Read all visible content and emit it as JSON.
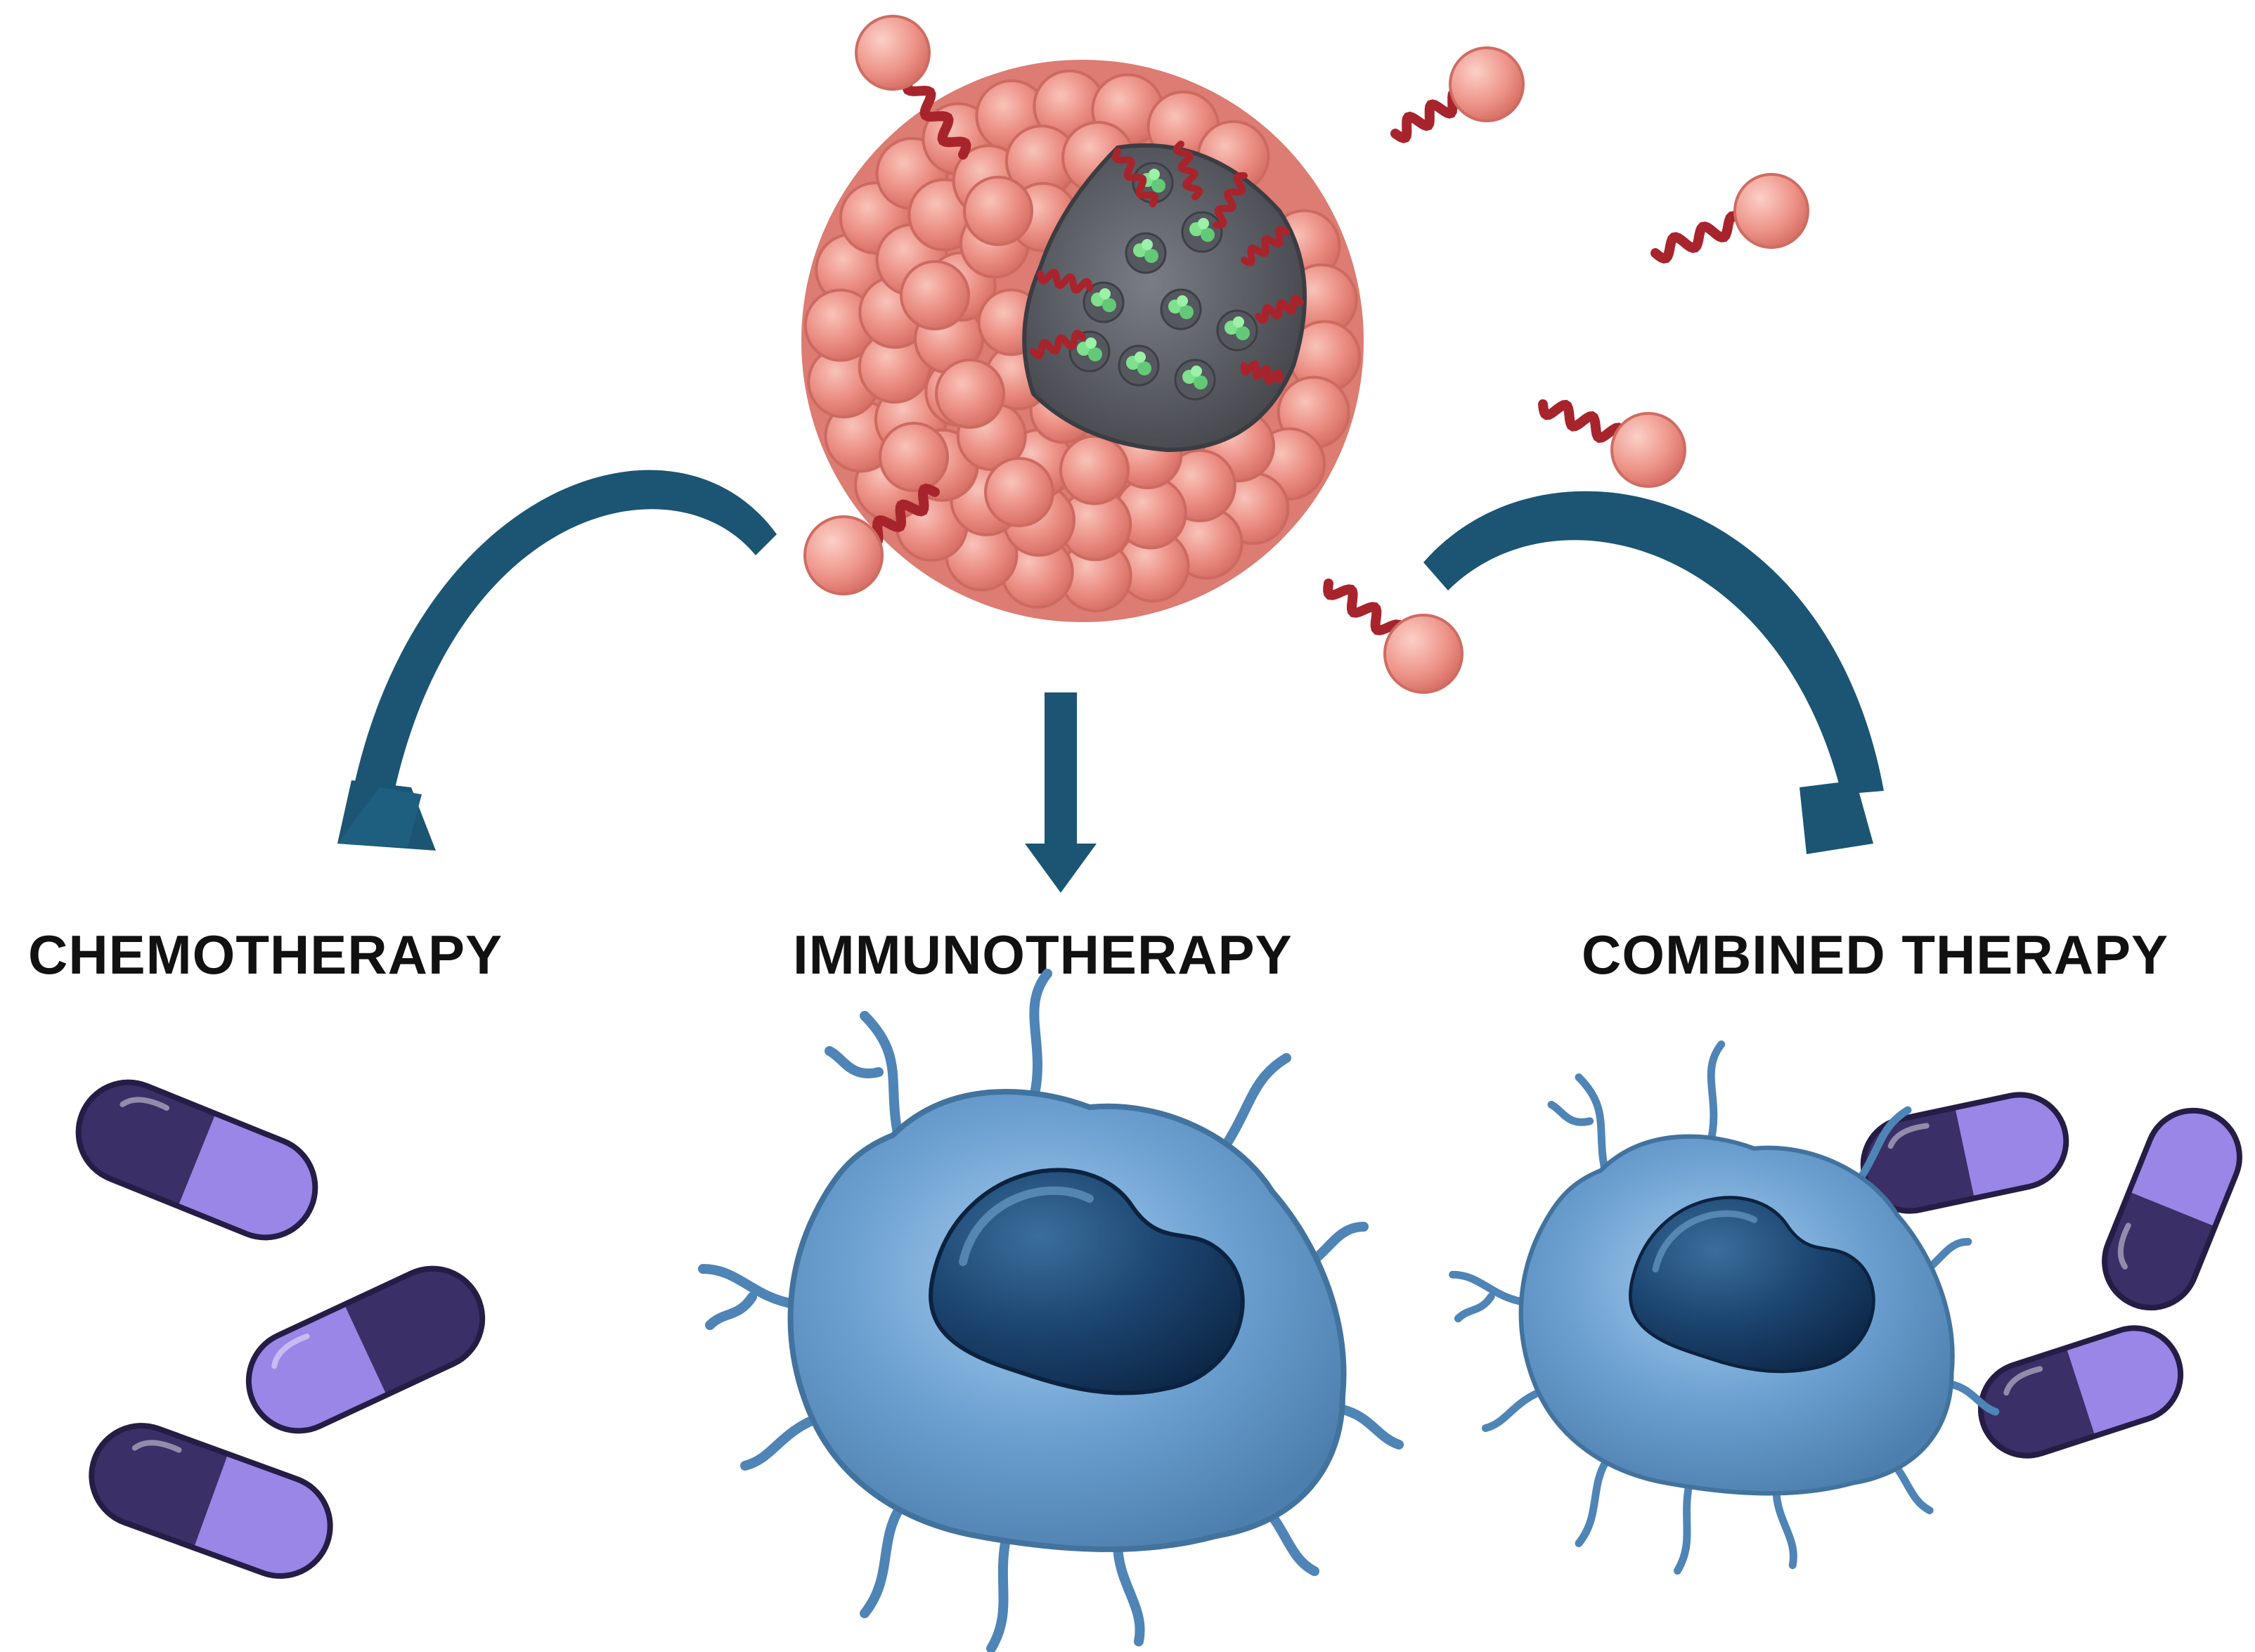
{
  "labels": {
    "chemotherapy": "CHEMOTHERAPY",
    "immunotherapy": "IMMUNOTHERAPY",
    "combined": "COMBINED THERAPY"
  },
  "icons": {
    "nanoparticle": "nanoparticle-micelle-icon",
    "arrow": "curved-arrow-icon",
    "pill": "capsule-pill-icon",
    "immune_cell": "dendritic-cell-icon"
  },
  "colors": {
    "sphere": "#e98a7f",
    "sphere_light": "#f6b7ad",
    "sphere_dark": "#c9625a",
    "tail": "#a8242c",
    "core": "#5f6269",
    "drug": "#7fe08e",
    "arrow": "#1b5573",
    "pill_dark": "#3a2f66",
    "pill_light": "#9a86e6",
    "cell": "#6a9fcf",
    "cell_light": "#a9cdf0",
    "nucleus": "#163a5f"
  }
}
